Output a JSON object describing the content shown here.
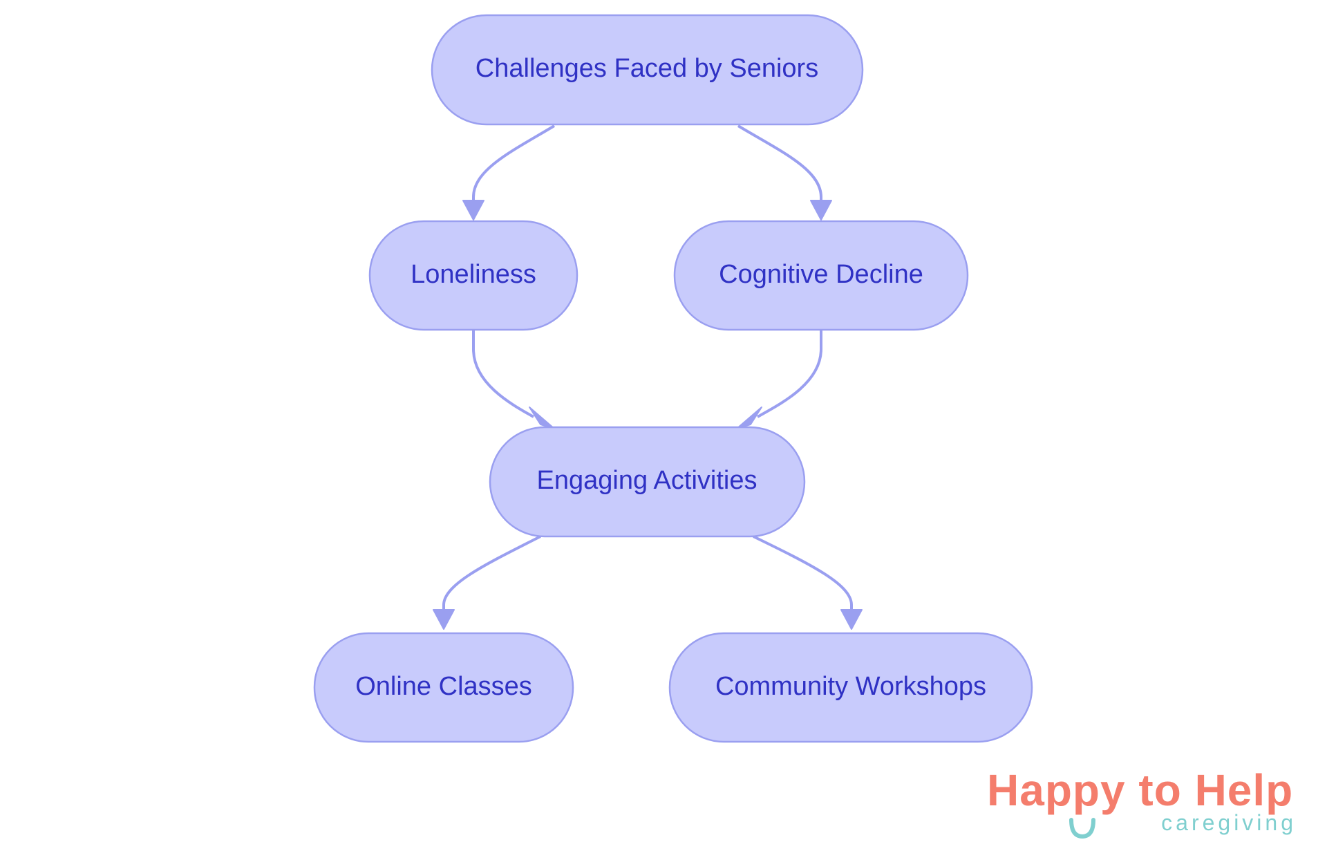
{
  "diagram": {
    "nodes": {
      "challenges": "Challenges Faced by Seniors",
      "loneliness": "Loneliness",
      "cognitive": "Cognitive Decline",
      "engaging": "Engaging Activities",
      "online": "Online Classes",
      "community": "Community Workshops"
    },
    "edges": [
      {
        "from": "Challenges Faced by Seniors",
        "to": "Loneliness"
      },
      {
        "from": "Challenges Faced by Seniors",
        "to": "Cognitive Decline"
      },
      {
        "from": "Loneliness",
        "to": "Engaging Activities"
      },
      {
        "from": "Cognitive Decline",
        "to": "Engaging Activities"
      },
      {
        "from": "Engaging Activities",
        "to": "Online Classes"
      },
      {
        "from": "Engaging Activities",
        "to": "Community Workshops"
      }
    ]
  },
  "logo": {
    "main_part1": "Happy to Help",
    "main_part2": "",
    "sub": "caregiving"
  },
  "colors": {
    "node_fill": "#c8cbfc",
    "node_stroke": "#9a9ff0",
    "edge": "#9a9ff0",
    "node_text": "#2f31c4",
    "logo_coral": "#f47d6c",
    "logo_teal": "#7fcfcf"
  }
}
